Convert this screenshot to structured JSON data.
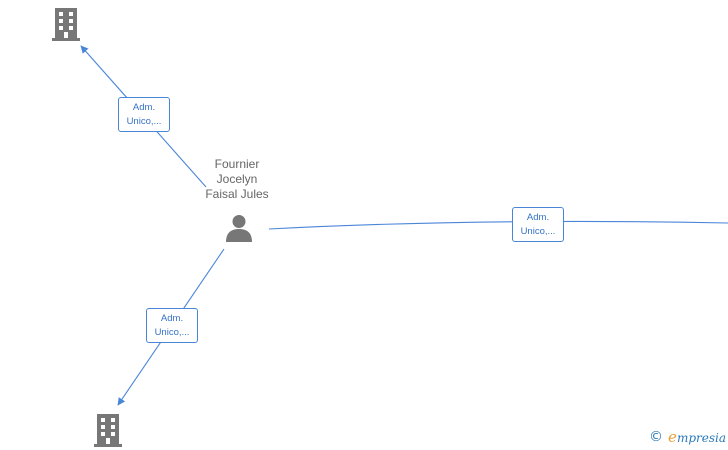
{
  "graph": {
    "person": {
      "name_lines": [
        "Fournier",
        "Jocelyn",
        "Faisal Jules"
      ],
      "icon": "person-icon"
    },
    "companies": [
      {
        "icon": "building-icon"
      },
      {
        "icon": "building-icon"
      }
    ],
    "relations": [
      {
        "line1": "Adm.",
        "line2": "Unico,..."
      },
      {
        "line1": "Adm.",
        "line2": "Unico,..."
      },
      {
        "line1": "Adm.",
        "line2": "Unico,..."
      }
    ]
  },
  "watermark": {
    "copyright": "©",
    "brand_initial": "e",
    "brand_rest": "mpresia"
  },
  "colors": {
    "link": "#4a86d8",
    "node_icon": "#777777",
    "brand": "#2a79b8",
    "brand_accent": "#e8a23a"
  }
}
